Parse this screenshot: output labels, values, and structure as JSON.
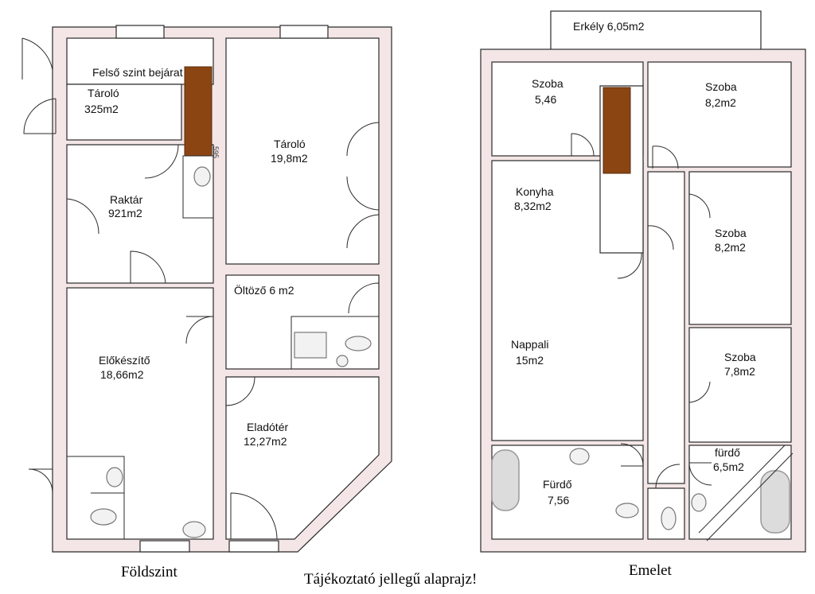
{
  "ground_floor": {
    "caption": "Földszint",
    "rooms": {
      "entrance": "Felső szint bejárat",
      "storage_small_name": "Tároló",
      "storage_small_area": "325m2",
      "warehouse_name": "Raktár",
      "warehouse_area": "921m2",
      "storage_large_name": "Tároló",
      "storage_large_area": "19,8m2",
      "dressing": "Öltöző 6 m2",
      "prep_name": "Előkészítő",
      "prep_area": "18,66m2",
      "sales_name": "Eladótér",
      "sales_area": "12,27m2"
    },
    "dim_label": "595"
  },
  "upper_floor": {
    "caption": "Emelet",
    "rooms": {
      "balcony": "Erkély 6,05m2",
      "room1_name": "Szoba",
      "room1_area": "5,46",
      "room2_name": "Szoba",
      "room2_area": "8,2m2",
      "kitchen_name": "Konyha",
      "kitchen_area": "8,32m2",
      "room3_name": "Szoba",
      "room3_area": "8,2m2",
      "living_name": "Nappali",
      "living_area": "15m2",
      "room4_name": "Szoba",
      "room4_area": "7,8m2",
      "bath_name": "Fürdő",
      "bath_area": "7,56",
      "bath2_name": "fürdő",
      "bath2_area": "6,5m2"
    }
  },
  "note": "Tájékoztató jellegű alaprajz!"
}
